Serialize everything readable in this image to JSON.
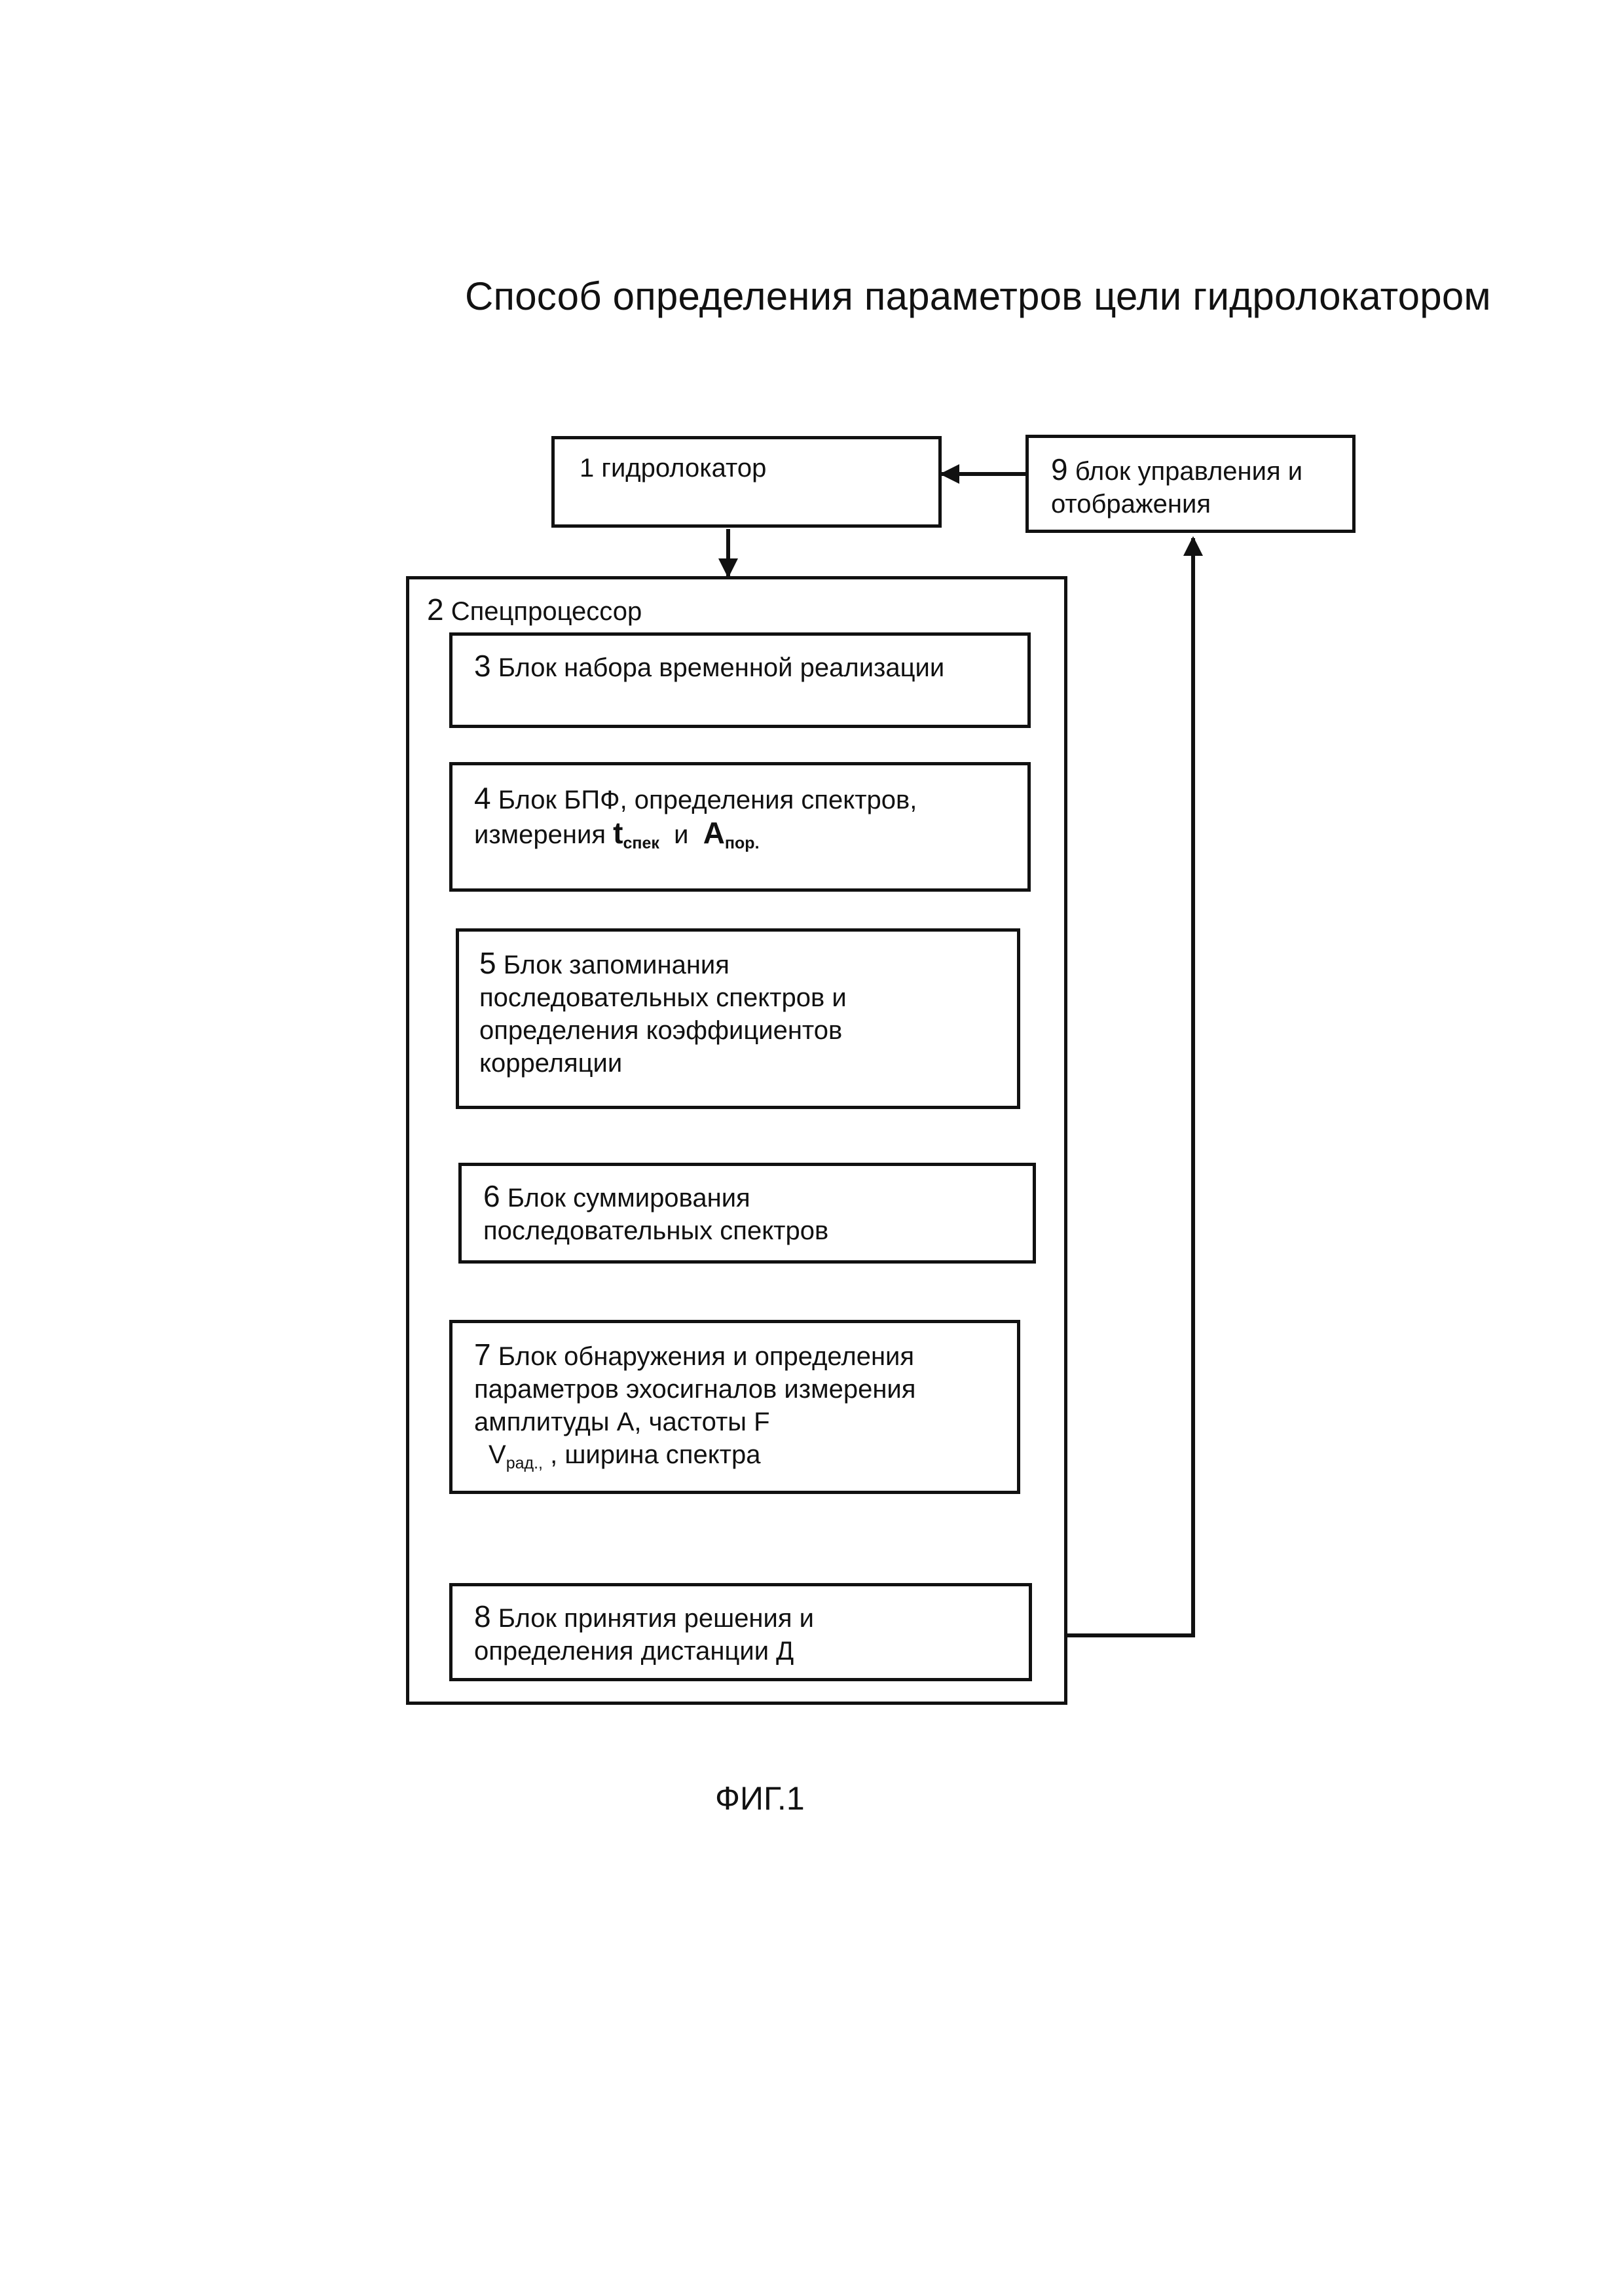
{
  "title": "Способ  определения параметров цели гидролокатором",
  "blocks": {
    "b1": {
      "num": "1",
      "label": "гидролокатор"
    },
    "b2": {
      "num": "2",
      "label": "Спецпроцессор"
    },
    "b3": {
      "num": "3",
      "label": "Блок   набора временной реализации"
    },
    "b4": {
      "num": "4",
      "line1": "Блок БПФ, определения спектров,",
      "line2_prefix": "измерения ",
      "t_main": "t",
      "t_sub": "спек",
      "and": "  и  ",
      "a_main": "A",
      "a_sub": "пор."
    },
    "b5": {
      "num": "5",
      "lines": [
        "Блок запоминания",
        "последовательных спектров и",
        "определения коэффициентов",
        "корреляции"
      ]
    },
    "b6": {
      "num": "6",
      "lines": [
        "Блок суммирования",
        "последовательных спектров"
      ]
    },
    "b7": {
      "num": "7",
      "lines": [
        "Блок обнаружения и определения",
        "параметров эхосигналов измерения",
        "амплитуды  А, частоты F"
      ],
      "v_main": "V",
      "v_sub": "рад.,",
      "v_rest": " , ширина спектра"
    },
    "b8": {
      "num": "8",
      "lines": [
        "Блок принятия решения и",
        "определения дистанции Д"
      ]
    },
    "b9": {
      "num": "9",
      "lines": [
        "блок управления и",
        "отображения"
      ]
    }
  },
  "caption": "ФИГ.1"
}
